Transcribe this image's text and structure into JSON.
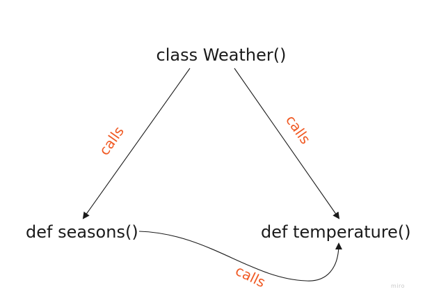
{
  "nodes": {
    "weather": "class Weather()",
    "seasons": "def seasons()",
    "temperature": "def temperature()"
  },
  "edges": {
    "weather_to_seasons": "calls",
    "weather_to_temperature": "calls",
    "seasons_to_temperature": "calls"
  },
  "watermark": "miro",
  "colors": {
    "node_text": "#1a1a1a",
    "edge_label": "#f05a24",
    "arrow": "#1a1a1a",
    "background": "#ffffff"
  }
}
